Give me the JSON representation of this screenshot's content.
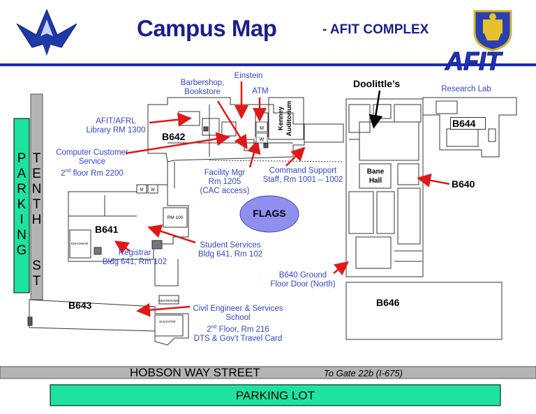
{
  "header": {
    "title": "Campus Map",
    "subtitle": "- AFIT COMPLEX",
    "afit_logo_text": "AFIT"
  },
  "roads": {
    "tenth_st_letters": [
      "T",
      "E",
      "N",
      "T",
      "H",
      "",
      "S",
      "T"
    ],
    "parking_letters": [
      "P",
      "A",
      "R",
      "K",
      "I",
      "N",
      "G"
    ],
    "hobson": "HOBSON WAY STREET",
    "to_gate": "To Gate 22b (I-675)",
    "parking_lot": "PARKING LOT"
  },
  "buildings": {
    "b642": "B642",
    "b641": "B641",
    "b643": "B643",
    "b640": "B640",
    "b644": "B644",
    "b646": "B646",
    "bane_hall_1": "Bane",
    "bane_hall_2": "Hall",
    "doolittles": "Doolittle’s",
    "flags": "FLAGS",
    "kenney_1": "Kenney",
    "kenney_2": "Auditorium",
    "rm100": "RM 100",
    "m": "M",
    "w": "W",
    "snackbar": "SNACKBAR",
    "restrooms": "RESTROOMS",
    "elevator": "ELEVATOR"
  },
  "labels": {
    "einstein": "Einstein",
    "barbershop_1": "Barbershop,",
    "barbershop_2": "Bookstore",
    "atm": "ATM",
    "library_1": "AFIT/AFRL",
    "library_2": "Library RM 1300",
    "computer_1": "Computer Customer",
    "computer_2": "Service",
    "computer_3_pre": "2",
    "computer_3_sup": "nd",
    "computer_3_post": " floor Rm 2200",
    "facility_1": "Facility Mgr",
    "facility_2": "Rm 1205",
    "facility_3": "(CAC access)",
    "command_1": "Command Support",
    "command_2": "Staff, Rm 1001 – 1002",
    "student_1": "Student Services",
    "student_2": "Bldg 641, Rm 102",
    "registrar_1": "Registrar",
    "registrar_2": "Bldg 641, Rm 102",
    "b640_ground_1": "B640 Ground",
    "b640_ground_2": "Floor Door (North)",
    "civil_1": "Civil Engineer & Services",
    "civil_2": "School",
    "civil_3_pre": "2",
    "civil_3_sup": "nd",
    "civil_3_post": " Floor, Rm 216",
    "civil_4": "DTS & Gov’t Travel Card",
    "research_lab": "Research Lab"
  },
  "colors": {
    "title_blue": "#1a1f8a",
    "label_blue": "#3344cc",
    "parking_green": "#1ee3a0",
    "road_gray": "#b4b4b4",
    "arrow_red": "#e01818",
    "flags_fill": "#8f8ff0"
  }
}
